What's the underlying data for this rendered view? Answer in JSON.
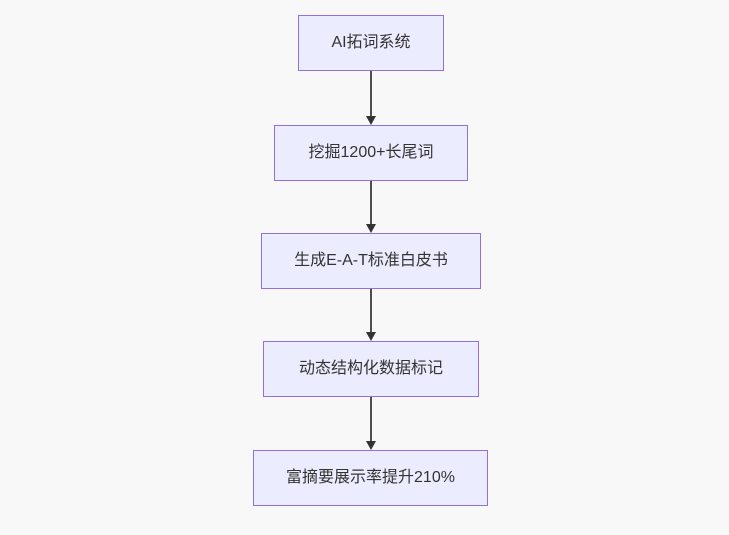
{
  "page": {
    "background_color": "#f8f8f8"
  },
  "flowchart": {
    "type": "flowchart",
    "direction": "top-down",
    "style": {
      "node_fill": "#ECECFF",
      "node_border": "#9370DB",
      "text_color": "#333333",
      "arrow_color": "#333333"
    },
    "nodes": [
      {
        "id": "A",
        "label": "AI拓词系统"
      },
      {
        "id": "B",
        "label": "挖掘1200+长尾词"
      },
      {
        "id": "C",
        "label": "生成E-A-T标准白皮书"
      },
      {
        "id": "D",
        "label": "动态结构化数据标记"
      },
      {
        "id": "E",
        "label": "富摘要展示率提升210%"
      }
    ],
    "edges": [
      {
        "from": "A",
        "to": "B"
      },
      {
        "from": "B",
        "to": "C"
      },
      {
        "from": "C",
        "to": "D"
      },
      {
        "from": "D",
        "to": "E"
      }
    ]
  }
}
